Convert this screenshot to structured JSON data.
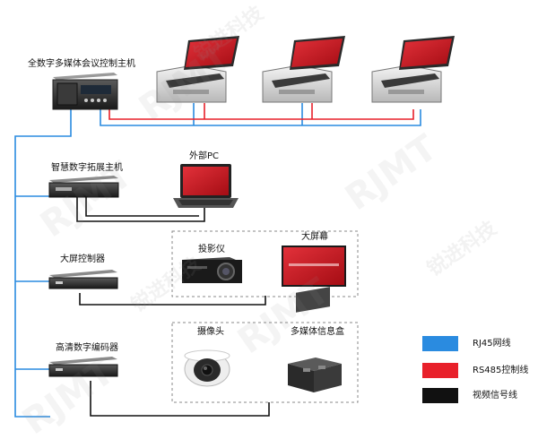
{
  "labels": {
    "main_host": "全数字多媒体会议控制主机",
    "expansion_host": "智慧数字拓展主机",
    "external_pc": "外部PC",
    "screen_controller": "大屏控制器",
    "projector": "投影仪",
    "big_screen": "大屏幕",
    "hd_encoder": "高清数字编码器",
    "camera": "摄像头",
    "info_box": "多媒体信息盒"
  },
  "legend": [
    {
      "label": "RJ45网线",
      "color": "#2a8be0"
    },
    {
      "label": "RS485控制线",
      "color": "#e8202a"
    },
    {
      "label": "视频信号线",
      "color": "#111111"
    }
  ],
  "watermark": {
    "text": "RJMT",
    "text_cn": "锐进科技"
  },
  "colors": {
    "rj45": "#2a8be0",
    "rs485": "#e8202a",
    "video": "#111111",
    "dashed_box": "#888888",
    "screen_red": "#c8141c"
  },
  "icons": [
    "host-unit-icon",
    "laptop-lift-icon",
    "laptop-icon",
    "rack-unit-icon",
    "projector-icon",
    "display-icon",
    "dome-camera-icon",
    "floor-box-icon"
  ]
}
